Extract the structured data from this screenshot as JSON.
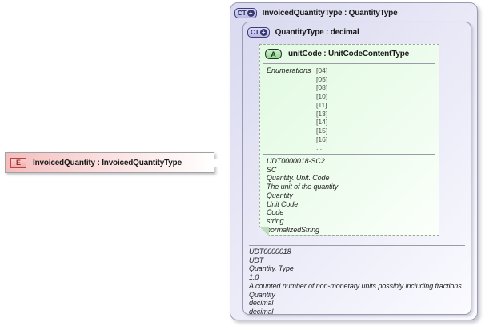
{
  "diagram": {
    "element": {
      "badge": "E",
      "label": "InvoicedQuantity : InvoicedQuantityType"
    },
    "invoiced_quantity_type": {
      "badge": "CT",
      "expand_glyph": "+",
      "label": "InvoicedQuantityType : QuantityType"
    },
    "quantity_type": {
      "badge": "CT",
      "expand_glyph": "+",
      "label": "QuantityType : decimal",
      "annotation": [
        "UDT0000018",
        "UDT",
        "Quantity. Type",
        "1.0",
        "A counted number of non-monetary units possibly including fractions.",
        "Quantity",
        "decimal",
        "decimal"
      ]
    },
    "unit_code_attribute": {
      "badge": "A",
      "label": "unitCode : UnitCodeContentType",
      "enumerations_label": "Enumerations",
      "enumerations": [
        "[04]",
        "[05]",
        "[08]",
        "[10]",
        "[11]",
        "[13]",
        "[14]",
        "[15]",
        "[16]",
        "..."
      ],
      "annotation": [
        "UDT0000018-SC2",
        "SC",
        "Quantity. Unit. Code",
        "The unit of the quantity",
        "Quantity",
        "Unit Code",
        "Code",
        "string",
        "normalizedString"
      ]
    },
    "colors": {
      "element_fill": "#f5bdbd",
      "complextype_fill": "#d9d9f0",
      "attribute_fill": "#e2fae2",
      "border": "#9a9ab4"
    }
  }
}
